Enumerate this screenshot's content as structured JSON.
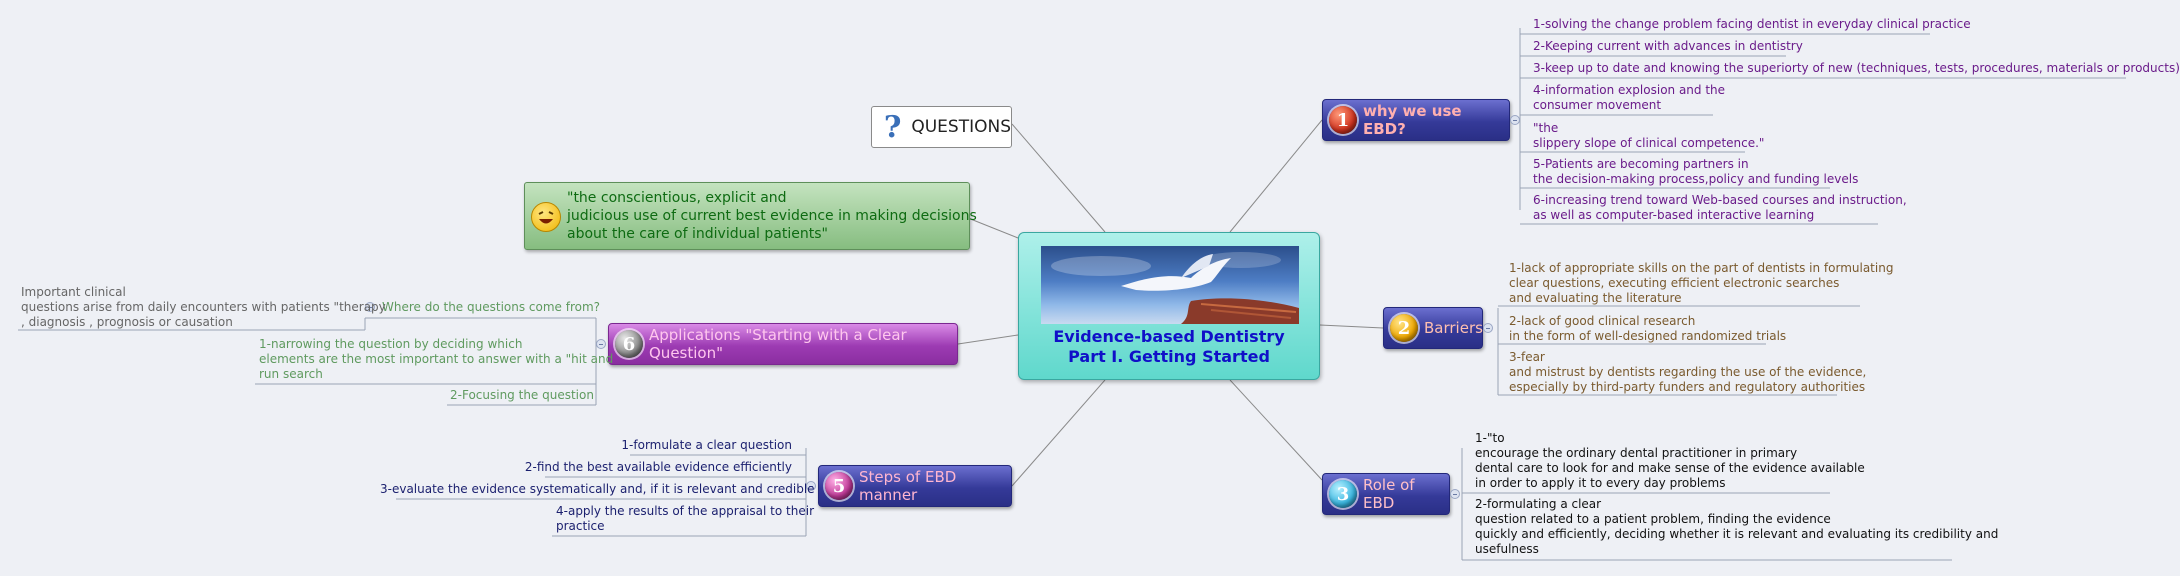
{
  "center": {
    "title_line1": "Evidence-based Dentistry",
    "title_line2": "Part I. Getting Started"
  },
  "questions": {
    "label": "QUESTIONS"
  },
  "definition": {
    "line1": "\"the conscientious, explicit and",
    "line2": "judicious use of current best evidence in making decisions",
    "line3": "about the care of individual patients\""
  },
  "why": {
    "number": "1",
    "label": "why we use EBD?",
    "items": [
      {
        "lines": [
          "1-solving the change problem facing dentist in everyday clinical practice"
        ]
      },
      {
        "lines": [
          "2-Keeping current with advances in dentistry"
        ]
      },
      {
        "lines": [
          "3-keep up to date and knowing the superiorty of new (techniques, tests, procedures, materials or products)"
        ]
      },
      {
        "lines": [
          "4-information explosion and the",
          "consumer movement"
        ]
      },
      {
        "lines": [
          "\"the",
          "slippery slope of clinical competence.\""
        ]
      },
      {
        "lines": [
          "5-Patients are becoming partners in",
          "the decision-making process,policy and funding levels"
        ]
      },
      {
        "lines": [
          "6-increasing trend toward Web-based courses and instruction,",
          "as well as computer-based interactive learning"
        ]
      }
    ]
  },
  "barriers": {
    "number": "2",
    "label": "Barriers",
    "items": [
      {
        "lines": [
          "1-lack of appropriate skills on the part of dentists in formulating",
          "clear questions, executing efficient electronic searches",
          "and evaluating the literature"
        ]
      },
      {
        "lines": [
          "2-lack of good clinical research",
          "in the form of well-designed randomized trials"
        ]
      },
      {
        "lines": [
          "3-fear",
          "and mistrust by dentists regarding the use of the evidence,",
          "especially by third-party funders and regulatory authorities"
        ]
      }
    ]
  },
  "role": {
    "number": "3",
    "label": "Role of EBD",
    "items": [
      {
        "lines": [
          "1-\"to",
          "encourage the ordinary dental practitioner in primary",
          "dental care to look for and make sense of the evidence available",
          "in order to apply it to every day problems"
        ]
      },
      {
        "lines": [
          "2-formulating a clear",
          "question related to a patient problem, finding the evidence",
          "quickly and efficiently, deciding whether it is relevant and evaluating its credibility and",
          "usefulness"
        ]
      }
    ]
  },
  "steps": {
    "number": "5",
    "label": "Steps of EBD manner",
    "items": [
      {
        "lines": [
          "1-formulate a clear question"
        ]
      },
      {
        "lines": [
          "2-find the best available evidence efficiently"
        ]
      },
      {
        "lines": [
          "3-evaluate the evidence systematically and, if it is relevant and credible"
        ]
      },
      {
        "lines": [
          "4-apply the results of the appraisal to their",
          "practice"
        ]
      }
    ]
  },
  "applications": {
    "number": "6",
    "label": "Applications \"Starting with a Clear Question\"",
    "items": [
      {
        "lines": [
          "Where do the questions come from?"
        ]
      },
      {
        "lines": [
          "1-narrowing the question by deciding which",
          "elements are the most important to answer with a \"hit and",
          "run search"
        ]
      },
      {
        "lines": [
          "2-Focusing the question"
        ]
      }
    ],
    "sub_item": {
      "lines": [
        "Important clinical",
        "questions arise from daily encounters with patients \"therapy",
        ", diagnosis , prognosis or  causation"
      ]
    }
  },
  "colors": {
    "why_text": "#6a1b8a",
    "barriers_text": "#7a5a2e",
    "role_text": "#111111",
    "steps_text": "#1a1f6e",
    "app_text": "#5f9a5f",
    "sub_text": "#666666",
    "center_title": "#1010c8"
  }
}
